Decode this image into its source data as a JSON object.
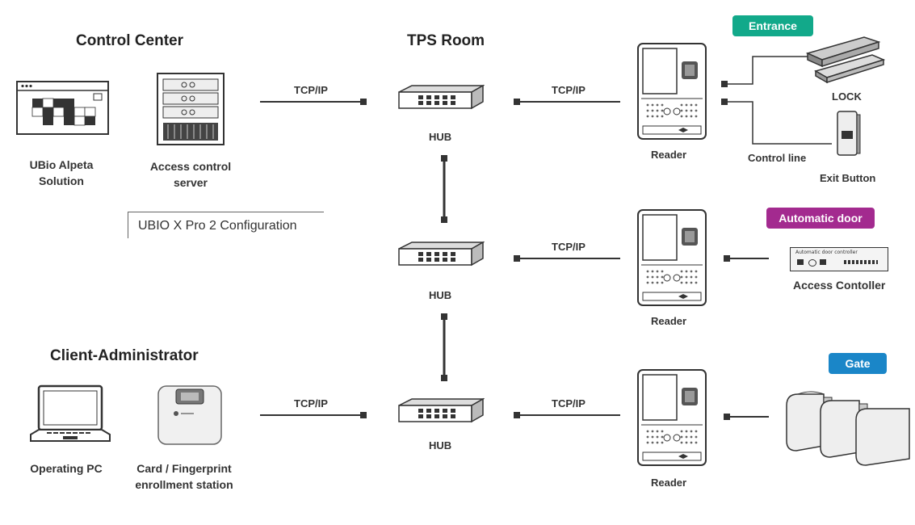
{
  "sections": {
    "control_center": "Control Center",
    "tps_room": "TPS Room",
    "client_admin": "Client-Administrator"
  },
  "caption": "UBIO X Pro 2 Configuration",
  "devices": {
    "ubio": "UBio Alpeta\nSolution",
    "server": "Access control\nserver",
    "pc": "Operating PC",
    "station": "Card / Fingerprint\nenrollment station",
    "hub": "HUB",
    "reader": "Reader",
    "lock": "LOCK",
    "exit_button": "Exit Button",
    "control_line": "Control line",
    "access_controller": "Access Contoller",
    "door_controller_panel": "Automatic door controller"
  },
  "links": {
    "tcpip": "TCP/IP"
  },
  "badges": {
    "entrance": {
      "label": "Entrance",
      "color": "#12a98a"
    },
    "automatic_door": {
      "label": "Automatic door",
      "color": "#a32a8f"
    },
    "gate": {
      "label": "Gate",
      "color": "#1a86c8"
    }
  }
}
